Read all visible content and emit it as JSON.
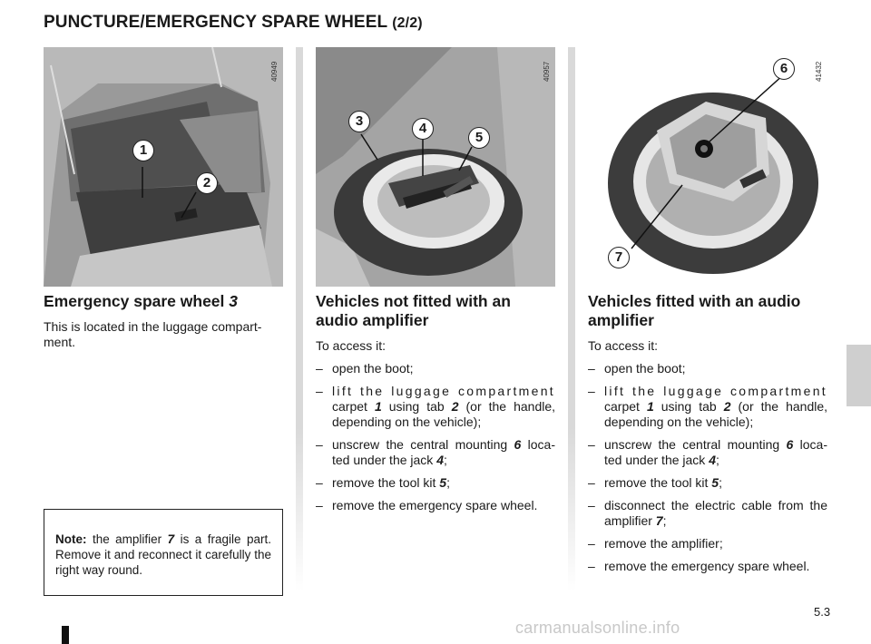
{
  "page": {
    "title": "PUNCTURE/EMERGENCY SPARE WHEEL",
    "title_suffix": "(2/2)",
    "page_number": "5.3",
    "watermark": "carmanualsonline.info"
  },
  "figures": [
    {
      "code": "40949",
      "callouts": [
        "1",
        "2"
      ]
    },
    {
      "code": "40957",
      "callouts": [
        "3",
        "4",
        "5"
      ]
    },
    {
      "code": "41432",
      "callouts": [
        "6",
        "7"
      ]
    }
  ],
  "col1": {
    "heading": "Emergency spare wheel",
    "heading_ref": "3",
    "text_line1": "This is located in the luggage compart-",
    "text_line2": "ment."
  },
  "note": {
    "label": "Note:",
    "text_a": "the amplifier",
    "ref": "7",
    "text_b": "is a fragile part. Remove it and reconnect it carefully the right way round."
  },
  "col2": {
    "heading_line1": "Vehicles not fitted with an",
    "heading_line2": "audio amplifier",
    "intro": "To access it:",
    "s1": "open the boot;",
    "s2_lead": "lift the luggage compartment",
    "s2_a": "carpet",
    "s2_ref1": "1",
    "s2_b": "using tab",
    "s2_ref2": "2",
    "s2_c": "(or the handle, depending on the vehicle);",
    "s3_a": "unscrew the central mounting",
    "s3_ref1": "6",
    "s3_b": "loca- ted under the jack",
    "s3_ref2": "4",
    "s3_c": ";",
    "s4_a": "remove the tool kit",
    "s4_ref": "5",
    "s4_b": ";",
    "s5": "remove the emergency spare wheel."
  },
  "col3": {
    "heading_line1": "Vehicles fitted with an audio",
    "heading_line2": "amplifier",
    "intro": "To access it:",
    "s1": "open the boot;",
    "s2_lead": "lift the luggage compartment",
    "s2_a": "carpet",
    "s2_ref1": "1",
    "s2_b": "using tab",
    "s2_ref2": "2",
    "s2_c": "(or the handle, depending on the vehicle);",
    "s3_a": "unscrew the central mounting",
    "s3_ref1": "6",
    "s3_b": "loca- ted under the jack",
    "s3_ref2": "4",
    "s3_c": ";",
    "s4_a": "remove the tool kit",
    "s4_ref": "5",
    "s4_b": ";",
    "s5_a": "disconnect the electric cable from the amplifier",
    "s5_ref": "7",
    "s5_b": ";",
    "s6": "remove the amplifier;",
    "s7": "remove the emergency spare wheel."
  },
  "list_dash": "–"
}
